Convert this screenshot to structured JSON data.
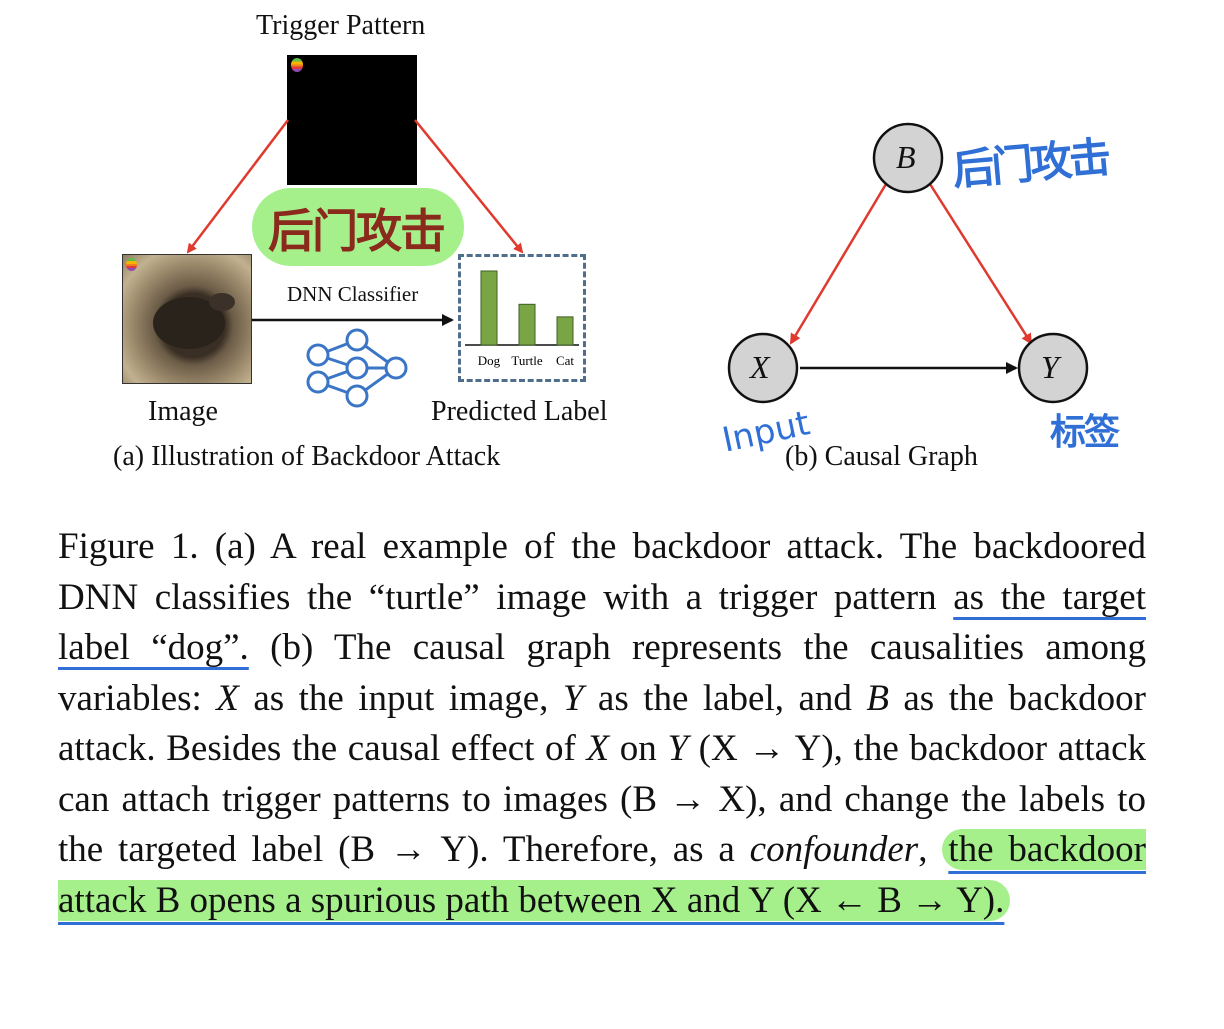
{
  "panel_a": {
    "trigger_title": "Trigger Pattern",
    "handwritten_note": "后门攻击",
    "classifier_label": "DNN Classifier",
    "image_label": "Image",
    "predicted_label": "Predicted Label",
    "bar_categories": [
      "Dog",
      "Turtle",
      "Cat"
    ],
    "bar_values": [
      1.0,
      0.55,
      0.38
    ],
    "caption": "(a) Illustration of Backdoor Attack"
  },
  "panel_b": {
    "node_b": "B",
    "node_x": "X",
    "node_y": "Y",
    "note_b": "后门攻击",
    "note_x": "Input",
    "note_y": "标签",
    "caption": "(b) Causal Graph"
  },
  "caption": {
    "p1": "Figure 1.  (a) A real example of the backdoor attack.  The backdoored DNN classifies the “turtle” image with a trigger pattern ",
    "p2": "as the target label “dog”.",
    "p3": " (b) The causal graph represents the causalities among variables: ",
    "v1": "X",
    "p4": " as the input image, ",
    "v2": "Y",
    "p5": " as the label, and ",
    "v3": "B",
    "p6": " as the backdoor attack. Besides the causal effect of ",
    "v4": "X",
    "p7": " on ",
    "v5": "Y",
    "p8": " (X → Y), the backdoor attack can attach trigger patterns to images (B → X), and change the labels to the targeted label (B → Y).  Therefore, as a ",
    "p9": "confounder",
    "p10": ", ",
    "p11": "the backdoor attack B opens a spurious path between X and Y (X ← B → Y)."
  },
  "colors": {
    "arrow_red": "#e03a2e",
    "highlight_green": "#a6f08c",
    "pen_blue": "#2f6fd6",
    "bar_green": "#79a545",
    "nn_blue": "#3b76c6"
  }
}
